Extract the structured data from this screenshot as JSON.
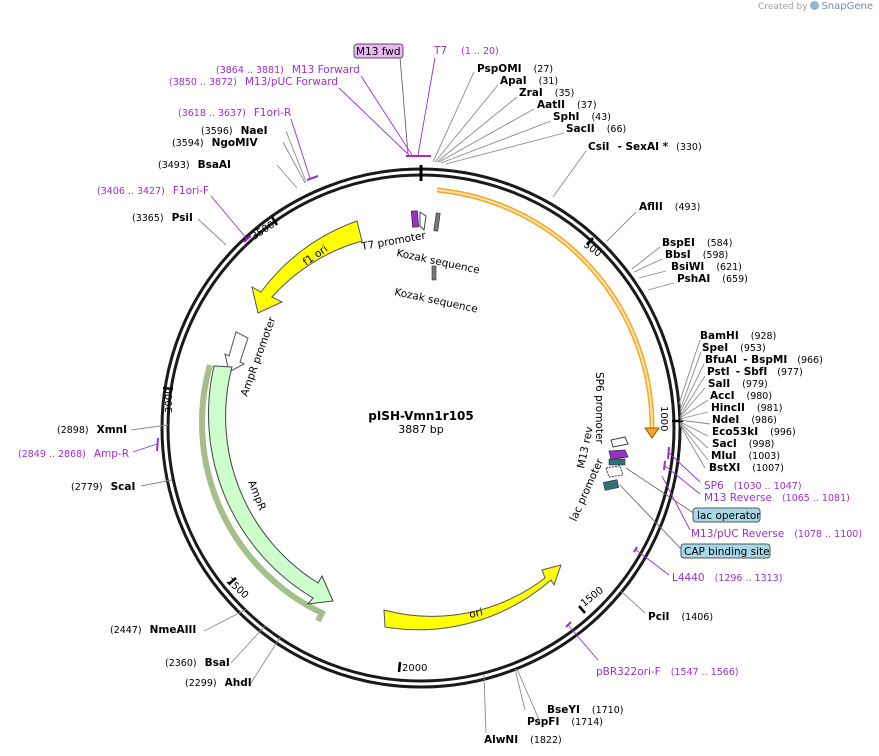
{
  "watermark": {
    "prefix": "Created by",
    "brand": "SnapGene"
  },
  "plasmid": {
    "name": "pISH-Vmn1r105",
    "size_label": "3887 bp",
    "length": 3887
  },
  "ticks": [
    "500",
    "1000",
    "1500",
    "2000",
    "2500",
    "3000",
    "3500"
  ],
  "enzymes": [
    {
      "name": "PspOMI",
      "pos": "(27)"
    },
    {
      "name": "ApaI",
      "pos": "(31)"
    },
    {
      "name": "ZraI",
      "pos": "(35)"
    },
    {
      "name": "AatII",
      "pos": "(37)"
    },
    {
      "name": "SphI",
      "pos": "(43)"
    },
    {
      "name": "SacII",
      "pos": "(66)"
    },
    {
      "name": "CsiI",
      "extra": "- SexAI *",
      "pos": "(330)"
    },
    {
      "name": "AflII",
      "pos": "(493)"
    },
    {
      "name": "BspEI",
      "pos": "(584)"
    },
    {
      "name": "BbsI",
      "pos": "(598)"
    },
    {
      "name": "BsiWI",
      "pos": "(621)"
    },
    {
      "name": "PshAI",
      "pos": "(659)"
    },
    {
      "name": "BamHI",
      "pos": "(928)"
    },
    {
      "name": "SpeI",
      "pos": "(953)"
    },
    {
      "name": "BfuAI",
      "extra": "- BspMI",
      "pos": "(966)"
    },
    {
      "name": "PstI",
      "extra": "- SbfI",
      "pos": "(977)"
    },
    {
      "name": "SalI",
      "pos": "(979)"
    },
    {
      "name": "AccI",
      "pos": "(980)"
    },
    {
      "name": "HincII",
      "pos": "(981)"
    },
    {
      "name": "NdeI",
      "pos": "(986)"
    },
    {
      "name": "Eco53kI",
      "pos": "(996)"
    },
    {
      "name": "SacI",
      "pos": "(998)"
    },
    {
      "name": "MluI",
      "pos": "(1003)"
    },
    {
      "name": "BstXI",
      "pos": "(1007)"
    },
    {
      "name": "PciI",
      "pos": "(1406)"
    },
    {
      "name": "BseYI",
      "pos": "(1710)"
    },
    {
      "name": "PspFI",
      "pos": "(1714)"
    },
    {
      "name": "AlwNI",
      "pos": "(1822)"
    },
    {
      "name": "AhdI",
      "pos": "(2299)"
    },
    {
      "name": "BsaI",
      "pos": "(2360)"
    },
    {
      "name": "NmeAIII",
      "pos": "(2447)"
    },
    {
      "name": "ScaI",
      "pos": "(2779)"
    },
    {
      "name": "XmnI",
      "pos": "(2898)"
    },
    {
      "name": "PsiI",
      "pos": "(3365)"
    },
    {
      "name": "BsaAI",
      "pos": "(3493)"
    },
    {
      "name": "NgoMIV",
      "pos": "(3594)"
    },
    {
      "name": "NaeI",
      "pos": "(3596)"
    }
  ],
  "primers": [
    {
      "name": "T7",
      "range": "(1 .. 20)"
    },
    {
      "name": "M13 Forward",
      "range": "(3864 .. 3881)"
    },
    {
      "name": "M13/pUC Forward",
      "range": "(3850 .. 3872)"
    },
    {
      "name": "F1ori-R",
      "range": "(3618 .. 3637)"
    },
    {
      "name": "F1ori-F",
      "range": "(3406 .. 3427)"
    },
    {
      "name": "Amp-R",
      "range": "(2849 .. 2868)"
    },
    {
      "name": "SP6",
      "range": "(1030 .. 1047)"
    },
    {
      "name": "M13 Reverse",
      "range": "(1065 .. 1081)"
    },
    {
      "name": "M13/pUC Reverse",
      "range": "(1078 .. 1100)"
    },
    {
      "name": "L4440",
      "range": "(1296 .. 1313)"
    },
    {
      "name": "pBR322ori-F",
      "range": "(1547 .. 1566)"
    }
  ],
  "boxed_labels": {
    "m13fwd": "M13 fwd",
    "lac_operator": "lac operator",
    "cap_site": "CAP binding site"
  },
  "features": {
    "f1_ori": "f1 ori",
    "ampr": "AmpR",
    "ampr_promoter": "AmpR promoter",
    "ori": "ori",
    "t7_promoter": "T7 promoter",
    "kozak": "Kozak sequence",
    "sp6_promoter": "SP6 promoter",
    "m13_rev": "M13 rev",
    "lac_promoter": "lac promoter"
  },
  "colors": {
    "backbone": "#1a1a1a",
    "primer": "#9a2fd0",
    "yellow_feature": "#ffff00",
    "ampr_fill": "#ccffcc",
    "insert": "#f5a623",
    "boxed_label_fill": "#a6d9e8",
    "m13fwd_fill": "#e8b6f2"
  }
}
